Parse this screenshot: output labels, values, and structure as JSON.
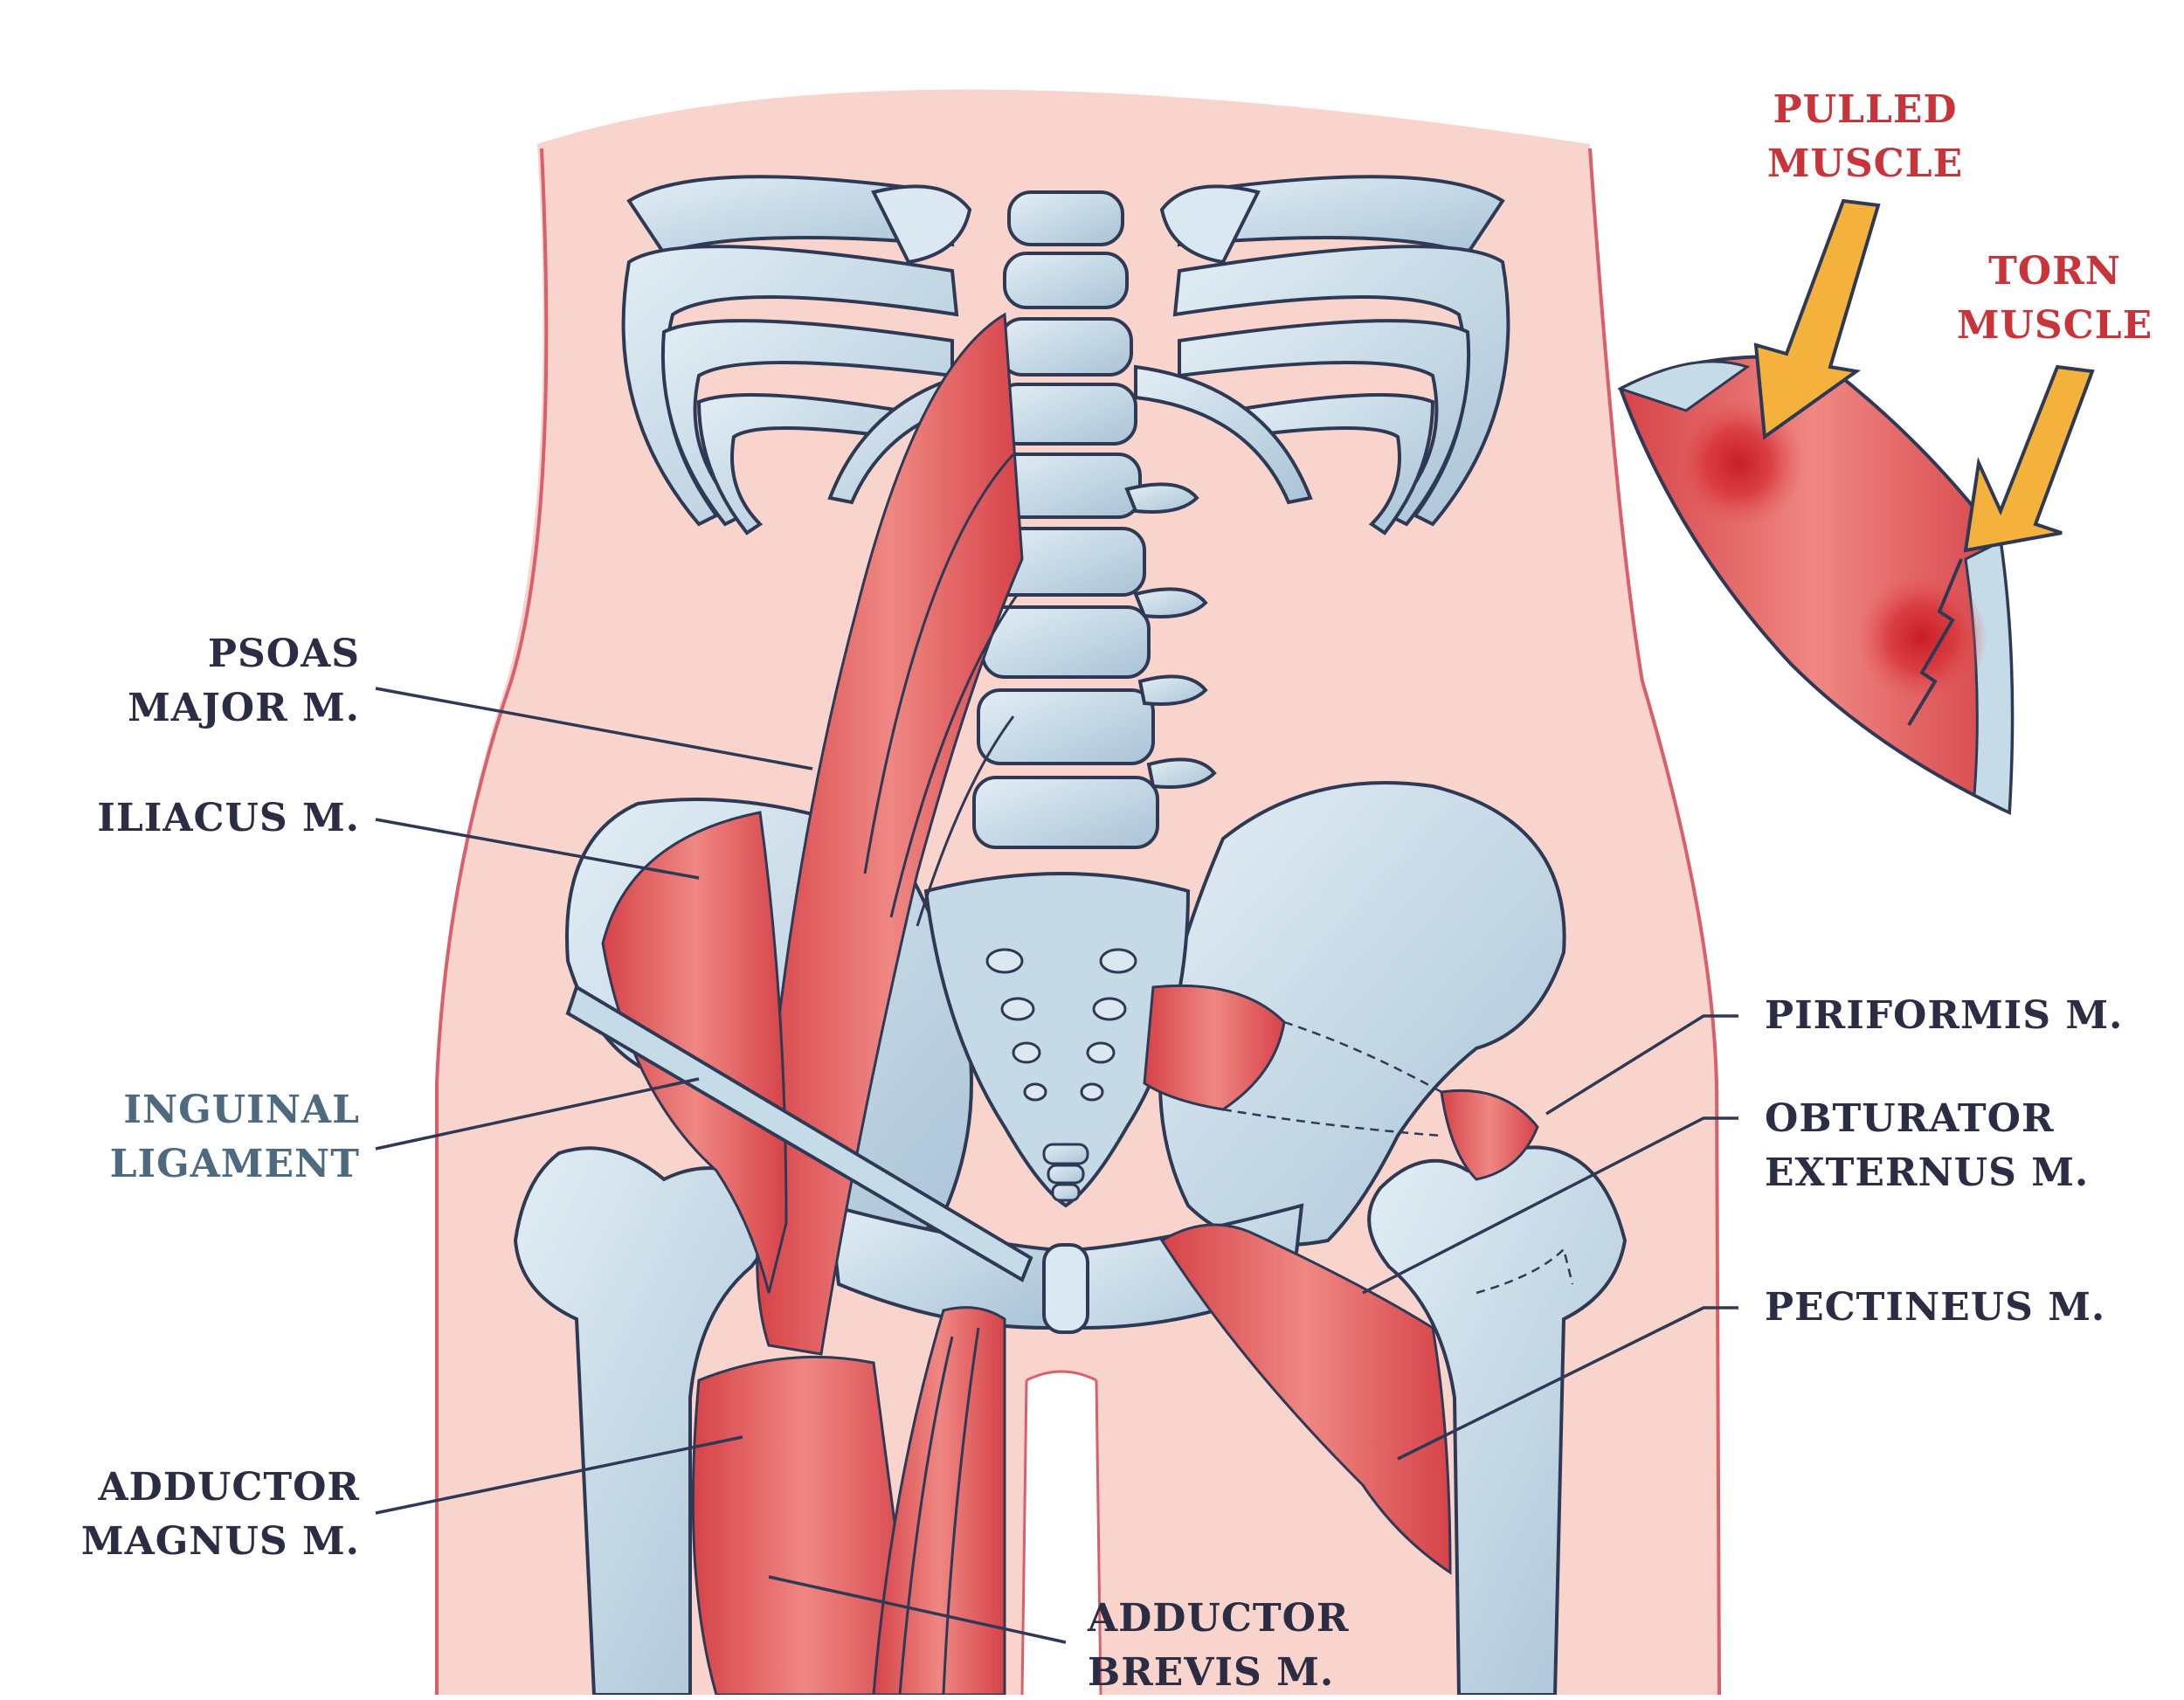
{
  "labels": {
    "psoas_major": [
      "PSOAS",
      "MAJOR M."
    ],
    "iliacus": [
      "ILIACUS M."
    ],
    "inguinal_ligament": [
      "INGUINAL",
      "LIGAMENT"
    ],
    "adductor_magnus": [
      "ADDUCTOR",
      "MAGNUS M."
    ],
    "adductor_brevis": [
      "ADDUCTOR",
      "BREVIS M."
    ],
    "piriformis": [
      "PIRIFORMIS M."
    ],
    "obturator_externus": [
      "OBTURATOR",
      "EXTERNUS M."
    ],
    "pectineus": [
      "PECTINEUS M."
    ],
    "pulled_muscle": [
      "PULLED",
      "MUSCLE"
    ],
    "torn_muscle": [
      "TORN",
      "MUSCLE"
    ]
  },
  "colors": {
    "skin": "#f9d4cc",
    "skin_outline": "#d9606a",
    "bone": "#b7cfde",
    "bone_light": "#dbe8f1",
    "bone_outline": "#2e3a55",
    "muscle": "#dc4a4e",
    "muscle_light": "#ef8a86",
    "label_dark": "#2b2d45",
    "label_teal": "#4d6a80",
    "label_red": "#c8343a",
    "arrow": "#f4b23c"
  }
}
